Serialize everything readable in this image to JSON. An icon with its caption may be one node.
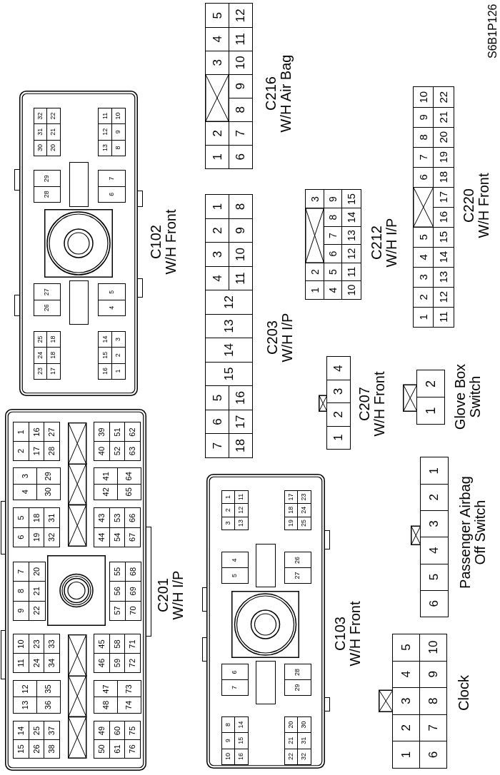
{
  "diagram": {
    "nodes": [
      {
        "text": [
          "C102",
          "W/H Front",
          "23",
          "24",
          "25",
          "17",
          "18",
          "18",
          "16",
          "15",
          "14",
          "1",
          "2",
          "3",
          "26",
          "27",
          "4",
          "5",
          "28",
          "29",
          "6",
          "7",
          "30",
          "31",
          "32",
          "20",
          "21",
          "22",
          "13",
          "12",
          "11",
          "8",
          "9",
          "10"
        ]
      },
      {
        "text": [
          "C216",
          "W/H Air Bag",
          "1",
          "2",
          "3",
          "4",
          "5",
          "6",
          "7",
          "8",
          "9",
          "10",
          "11",
          "12"
        ]
      },
      {
        "text": [
          "C203",
          "W/H I/P",
          "7",
          "6",
          "5",
          "15",
          "14",
          "13",
          "12",
          "4",
          "3",
          "2",
          "1",
          "18",
          "17",
          "16",
          "11",
          "10",
          "9",
          "8"
        ]
      },
      {
        "text": [
          "C212",
          "W/H I/P",
          "1",
          "2",
          "3",
          "4",
          "5",
          "6",
          "7",
          "8",
          "9",
          "10",
          "11",
          "12",
          "13",
          "14",
          "15"
        ]
      },
      {
        "text": [
          "C220",
          "W/H Front",
          "1",
          "2",
          "3",
          "4",
          "5",
          "6",
          "7",
          "8",
          "9",
          "10",
          "11",
          "12",
          "13",
          "14",
          "15",
          "16",
          "17",
          "18",
          "19",
          "20",
          "21",
          "22"
        ]
      },
      {
        "text": [
          "C207",
          "W/H Front",
          "1",
          "2",
          "3",
          "4"
        ]
      },
      {
        "text": [
          "Glove Box Switch",
          "1",
          "2"
        ]
      },
      {
        "text": [
          "C201",
          "W/H I/P",
          "15",
          "14",
          "26",
          "25",
          "38",
          "37",
          "50",
          "49",
          "61",
          "60",
          "76",
          "75",
          "13",
          "12",
          "36",
          "35",
          "48",
          "47",
          "74",
          "73",
          "11",
          "10",
          "24",
          "23",
          "34",
          "33",
          "46",
          "45",
          "59",
          "58",
          "72",
          "71",
          "9",
          "8",
          "7",
          "22",
          "21",
          "20",
          "57",
          "56",
          "55",
          "70",
          "69",
          "68",
          "6",
          "5",
          "19",
          "18",
          "32",
          "31",
          "44",
          "43",
          "54",
          "53",
          "67",
          "66",
          "4",
          "3",
          "30",
          "29",
          "42",
          "41",
          "65",
          "64",
          "2",
          "1",
          "17",
          "16",
          "28",
          "27",
          "40",
          "39",
          "52",
          "51",
          "63",
          "62"
        ]
      },
      {
        "text": [
          "C103",
          "W/H Front",
          "10",
          "9",
          "8",
          "16",
          "15",
          "14",
          "22",
          "21",
          "20",
          "32",
          "31",
          "30",
          "7",
          "6",
          "29",
          "28",
          "5",
          "4",
          "27",
          "26",
          "3",
          "2",
          "1",
          "13",
          "12",
          "11",
          "19",
          "18",
          "17",
          "25",
          "24",
          "23"
        ]
      },
      {
        "text": [
          "Passenger Airbag Off Switch",
          "6",
          "5",
          "4",
          "3",
          "2",
          "1"
        ]
      },
      {
        "text": [
          "Clock",
          "1",
          "2",
          "3",
          "4",
          "5",
          "6",
          "7",
          "8",
          "9",
          "10"
        ]
      }
    ],
    "labels": [
      "S6B1P126"
    ]
  }
}
